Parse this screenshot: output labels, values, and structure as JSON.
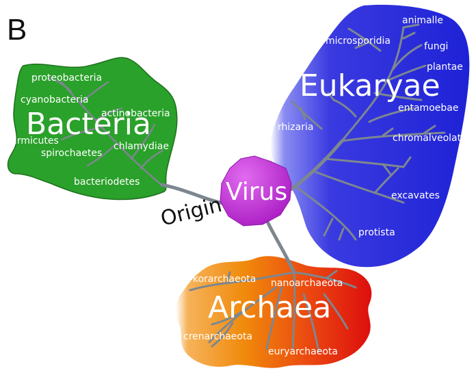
{
  "panel_label": "B",
  "center": {
    "origin": "Origin",
    "virus": "Virus"
  },
  "bacteria": {
    "title": "Bacteria",
    "groups": {
      "proteobacteria": "proteobacteria",
      "cyanobacteria": "cyanobacteria",
      "actinobacteria": "actinobacteria",
      "firmicutes": "firmicutes",
      "spirochaetes": "spirochaetes",
      "chlamydiae": "chlamydiae",
      "bacteriodetes": "bacteriodetes"
    }
  },
  "eukaryae": {
    "title": "Eukaryae",
    "groups": {
      "animalle": "animalle",
      "microsporidia": "microsporidia",
      "fungi": "fungi",
      "plantae": "plantae",
      "entamoebae": "entamoebae",
      "rhizaria": "rhizaria",
      "chromalveolates": "chromalveolates",
      "excavates": "excavates",
      "protista": "protista"
    }
  },
  "archaea": {
    "title": "Archaea",
    "groups": {
      "korarchaeota": "korarchaeota",
      "nanoarchaeota": "nanoarchaeota",
      "crenarchaeota": "crenarchaeota",
      "euryarchaeota": "euryarchaeota"
    }
  },
  "colors": {
    "bacteria": "#2aa12a",
    "eukaryae_dark": "#2626d8",
    "eukaryae_light": "#8a8cf2",
    "archaea_orange": "#f08a0c",
    "archaea_red": "#e01010",
    "virus": "#c23ad6",
    "branch": "#7d8790"
  }
}
